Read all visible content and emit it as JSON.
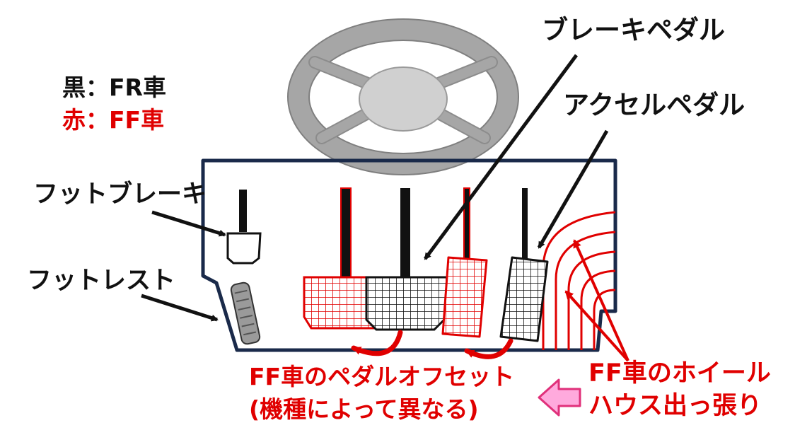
{
  "legend": {
    "black": "黒：FR車",
    "red": "赤：FF車"
  },
  "labels": {
    "brake_pedal": "ブレーキペダル",
    "accel_pedal": "アクセルペダル",
    "foot_brake": "フットブレーキ",
    "foot_rest": "フットレスト",
    "ff_offset_line1": "FF車のペダルオフセット",
    "ff_offset_line2": "(機種によって異なる)",
    "ff_wheel_line1": "FF車のホイール",
    "ff_wheel_line2": "ハウス出っ張り"
  },
  "colors": {
    "fr": "#111111",
    "ff": "#e00000",
    "floor_outline": "#1a2a4a",
    "wheel": "#a6a6a6",
    "wheel_edge": "#7f7f7f",
    "hub": "#d0d0d0",
    "arrow_pink": "#ffaadd",
    "arrow_pink_edge": "#e0307a"
  }
}
